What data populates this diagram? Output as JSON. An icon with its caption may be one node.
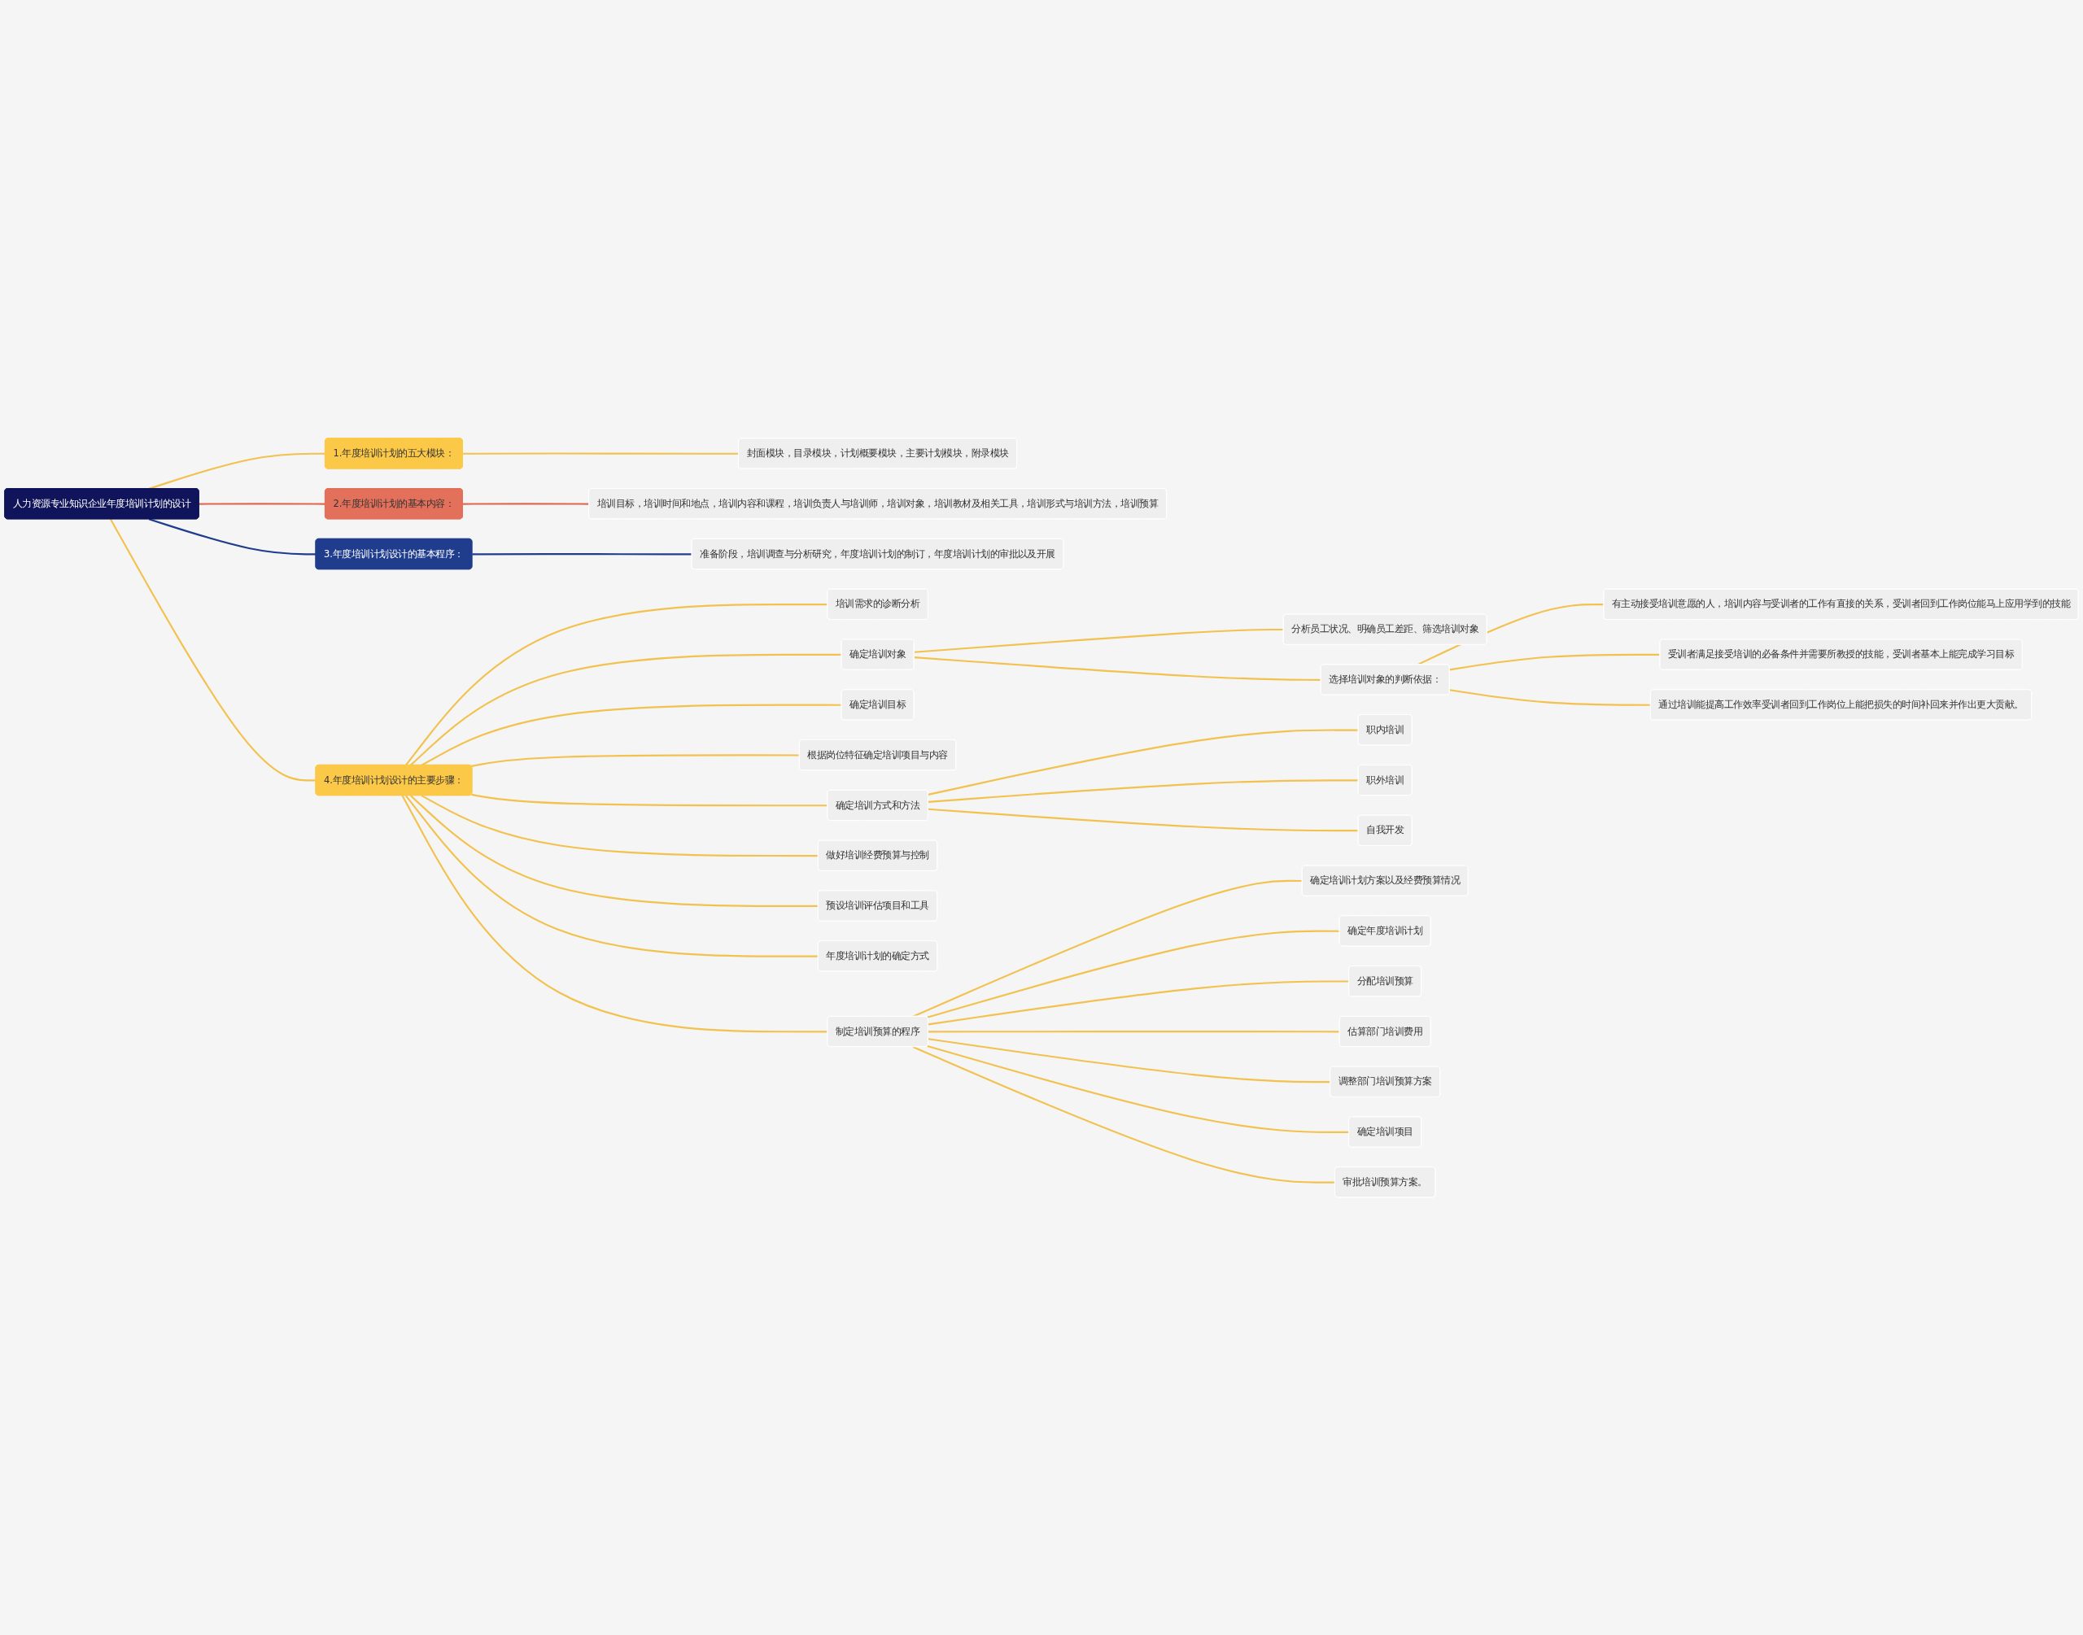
{
  "diagram": {
    "nodes": [
      {
        "text": [
          "人力资源专业知识企业年度培训计划的设计"
        ]
      },
      {
        "text": [
          "1.年度培训计划的五大模块："
        ]
      },
      {
        "text": [
          "封面模块，目录模块，计划概要模块，主要计划模块，附录模块"
        ]
      },
      {
        "text": [
          "2.年度培训计划的基本内容："
        ]
      },
      {
        "text": [
          "培训目标，培训时间和地点，培训内容和课程，培训负责人与培训师，培训对象，培训教材及相关工具，培训形式与培训方法，培训预算"
        ]
      },
      {
        "text": [
          "3.年度培训计划设计的基本程序："
        ]
      },
      {
        "text": [
          "准备阶段，培训调查与分析研究，年度培训计划的制订，年度培训计划的审批以及开展"
        ]
      },
      {
        "text": [
          "4.年度培训计划设计的主要步骤："
        ]
      },
      {
        "text": [
          "培训需求的诊断分析"
        ]
      },
      {
        "text": [
          "确定培训对象"
        ]
      },
      {
        "text": [
          "分析员工状况、明确员工差距、筛选培训对象"
        ]
      },
      {
        "text": [
          "选择培训对象的判断依据："
        ]
      },
      {
        "text": [
          "有主动接受培训意愿的人，培训内容与受训者的工作有直接的关系，受训者回到工作岗位能马上应用学到的技能"
        ]
      },
      {
        "text": [
          "受训者满足接受培训的必备条件并需要所教授的技能，受训者基本上能完成学习目标"
        ]
      },
      {
        "text": [
          "通过培训能提高工作效率受训者回到工作岗位上能把损失的时间补回来并作出更大贡献。"
        ]
      },
      {
        "text": [
          "确定培训目标"
        ]
      },
      {
        "text": [
          "根据岗位特征确定培训项目与内容"
        ]
      },
      {
        "text": [
          "确定培训方式和方法"
        ]
      },
      {
        "text": [
          "职内培训"
        ]
      },
      {
        "text": [
          "职外培训"
        ]
      },
      {
        "text": [
          "自我开发"
        ]
      },
      {
        "text": [
          "做好培训经费预算与控制"
        ]
      },
      {
        "text": [
          "预设培训评估项目和工具"
        ]
      },
      {
        "text": [
          "年度培训计划的确定方式"
        ]
      },
      {
        "text": [
          "制定培训预算的程序"
        ]
      },
      {
        "text": [
          "确定培训计划方案以及经费预算情况"
        ]
      },
      {
        "text": [
          "确定年度培训计划"
        ]
      },
      {
        "text": [
          "分配培训预算"
        ]
      },
      {
        "text": [
          "估算部门培训费用"
        ]
      },
      {
        "text": [
          "调整部门培训预算方案"
        ]
      },
      {
        "text": [
          "确定培训项目"
        ]
      },
      {
        "text": [
          "审批培训预算方案。"
        ]
      }
    ],
    "edges": [
      {
        "from": 0,
        "to": 1,
        "arrow": "none"
      },
      {
        "from": 1,
        "to": 2,
        "arrow": "none"
      },
      {
        "from": 0,
        "to": 3,
        "arrow": "none",
        "color": "#e0684f"
      },
      {
        "from": 3,
        "to": 4,
        "arrow": "none",
        "color": "#e0684f"
      },
      {
        "from": 0,
        "to": 5,
        "arrow": "none",
        "color": "#1f3d8c"
      },
      {
        "from": 5,
        "to": 6,
        "arrow": "none",
        "color": "#1f3d8c"
      },
      {
        "from": 0,
        "to": 7,
        "arrow": "none"
      },
      {
        "from": 7,
        "to": 8,
        "arrow": "none"
      },
      {
        "from": 7,
        "to": 9,
        "arrow": "none"
      },
      {
        "from": 9,
        "to": 10,
        "arrow": "none"
      },
      {
        "from": 9,
        "to": 11,
        "arrow": "none"
      },
      {
        "from": 11,
        "to": 12,
        "arrow": "none"
      },
      {
        "from": 11,
        "to": 13,
        "arrow": "none"
      },
      {
        "from": 11,
        "to": 14,
        "arrow": "none"
      },
      {
        "from": 7,
        "to": 15,
        "arrow": "none"
      },
      {
        "from": 7,
        "to": 16,
        "arrow": "none"
      },
      {
        "from": 7,
        "to": 17,
        "arrow": "none"
      },
      {
        "from": 17,
        "to": 18,
        "arrow": "none"
      },
      {
        "from": 17,
        "to": 19,
        "arrow": "none"
      },
      {
        "from": 17,
        "to": 20,
        "arrow": "none"
      },
      {
        "from": 7,
        "to": 21,
        "arrow": "none"
      },
      {
        "from": 7,
        "to": 22,
        "arrow": "none"
      },
      {
        "from": 7,
        "to": 23,
        "arrow": "none"
      },
      {
        "from": 7,
        "to": 24,
        "arrow": "none"
      },
      {
        "from": 24,
        "to": 25,
        "arrow": "none"
      },
      {
        "from": 24,
        "to": 26,
        "arrow": "none"
      },
      {
        "from": 24,
        "to": 27,
        "arrow": "none"
      },
      {
        "from": 24,
        "to": 28,
        "arrow": "none"
      },
      {
        "from": 24,
        "to": 29,
        "arrow": "none"
      },
      {
        "from": 24,
        "to": 30,
        "arrow": "none"
      },
      {
        "from": 24,
        "to": 31,
        "arrow": "none"
      }
    ]
  }
}
